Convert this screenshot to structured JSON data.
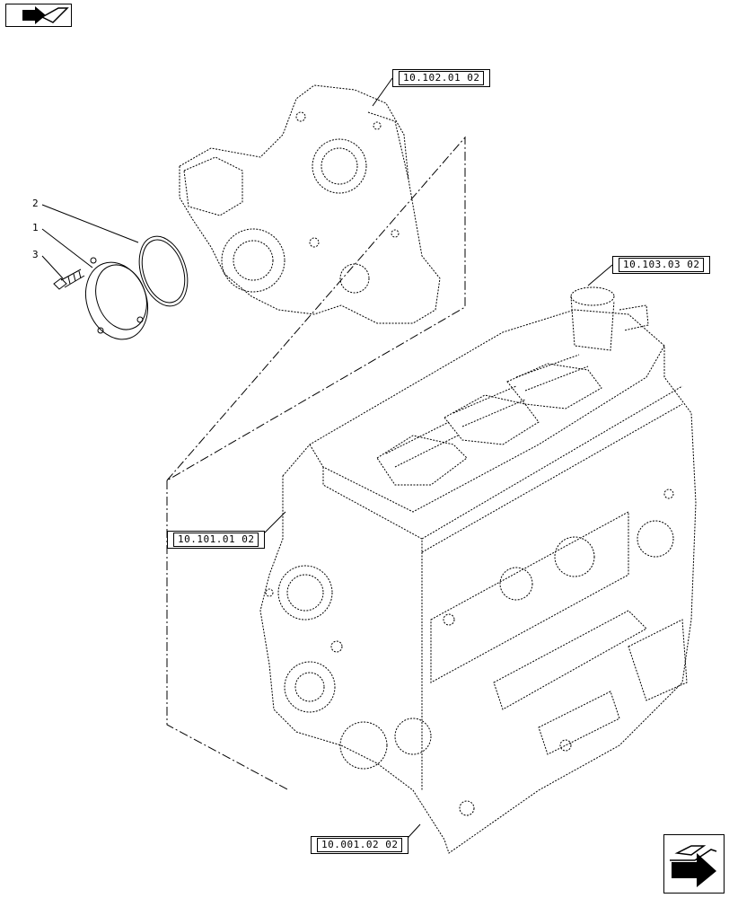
{
  "references": {
    "timing_cover": "10.102.01 02",
    "cylinder_head": "10.103.03 02",
    "crankcase_frame": "10.101.01 02",
    "engine_block": "10.001.02 02"
  },
  "callouts": {
    "item_1": "1",
    "item_2": "2",
    "item_3": "3"
  },
  "nav": {
    "prev_icon": "back-arrow-icon",
    "next_icon": "forward-arrow-icon"
  }
}
